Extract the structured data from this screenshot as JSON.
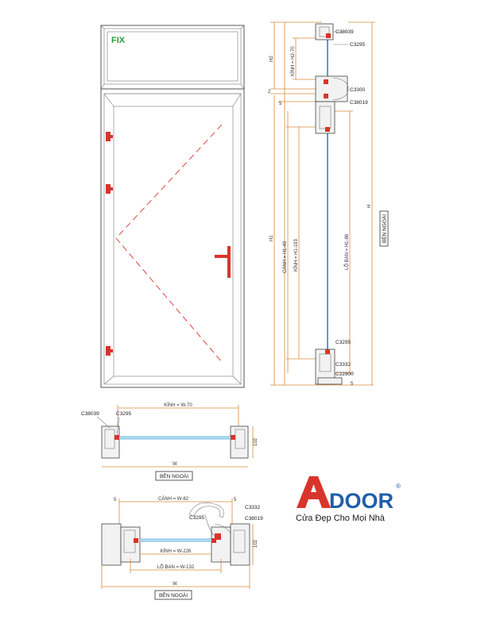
{
  "elevation": {
    "fix_label": "FIX"
  },
  "section_vertical": {
    "profiles": [
      "C38039",
      "C3295",
      "C3300",
      "C38019",
      "C3295",
      "C3332",
      "C22900"
    ],
    "dims": {
      "h2": "H2",
      "glass_top": "KÍNH = H2-70",
      "h1": "H1",
      "leaf": "CÁNH = H1-49",
      "glass_leaf": "KÍNH = H1-193",
      "h": "H",
      "lo_ban": "LỖ BAN = H1-86",
      "gap_2": "2",
      "gap_5": "5",
      "bottom_5": "5"
    },
    "side_label": "BÊN NGOÀI"
  },
  "section_fixed": {
    "glass": "KÍNH = W-70",
    "profiles": [
      "C38039",
      "C3295"
    ],
    "depth": "102",
    "width": "W",
    "side_label": "BÊN NGOÀI"
  },
  "section_leaf": {
    "leaf": "CÁNH = W-82",
    "gap_left": "5",
    "gap_right": "5",
    "profiles": [
      "C3295",
      "C3332",
      "C38019"
    ],
    "glass": "KÍNH = W-226",
    "lo_ban": "LỖ BAN = W-132",
    "depth": "102",
    "width": "W",
    "side_label": "BÊN NGOÀI"
  },
  "logo": {
    "brand": "ADOOR",
    "registered": "®",
    "tagline": "Cửa Đẹp Cho Mọi Nhà",
    "color_red": "#d9342b",
    "color_blue": "#1f5fa8"
  }
}
